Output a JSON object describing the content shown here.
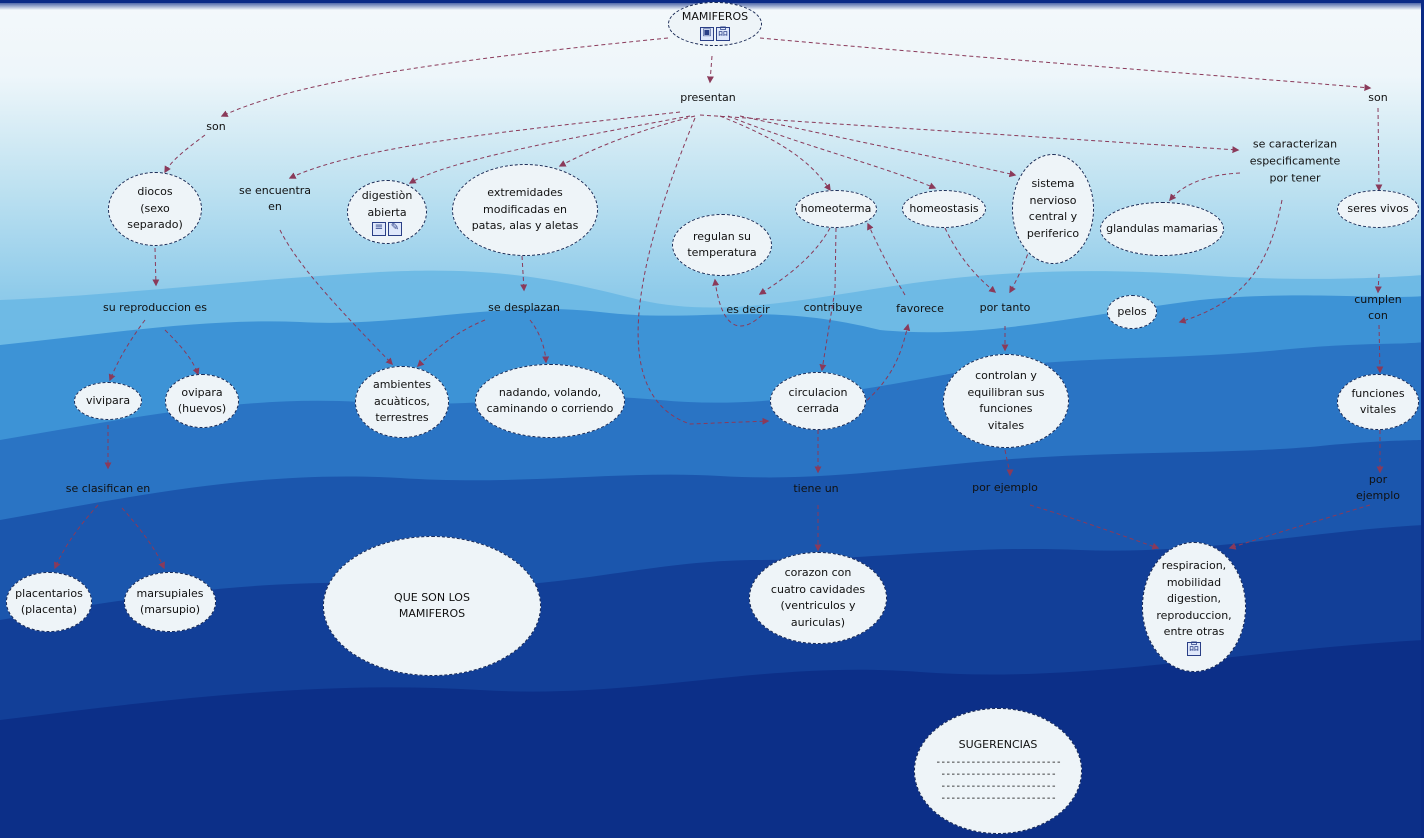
{
  "nodes": {
    "mamiferos": "MAMIFEROS",
    "diocos": "diocos\n(sexo\nseparado)",
    "digestion": "digestiòn\nabierta",
    "extremidades": "extremidades\nmodificadas en\npatas, alas y aletas",
    "regulan": "regulan su\ntemperatura",
    "homeoterma": "homeoterma",
    "homeostasis": "homeostasis",
    "sistema": "sistema\nnervioso\ncentral y\nperiferico",
    "glandulas": "glandulas mamarias",
    "seres_vivos": "seres vivos",
    "vivipara": "vivipara",
    "ovipara": "ovipara\n(huevos)",
    "ambientes": "ambientes\nacuàticos,\nterrestres",
    "nadando": "nadando, volando,\ncaminando o corriendo",
    "circulacion": "circulacion\ncerrada",
    "controlan": "controlan y\nequilibran sus\nfunciones\nvitales",
    "pelos": "pelos",
    "funciones": "funciones\nvitales",
    "placentarios": "placentarios\n(placenta)",
    "marsupiales": "marsupiales\n(marsupio)",
    "que_son": "QUE SON LOS\nMAMIFEROS",
    "corazon": "corazon con\ncuatro cavidades\n(ventriculos y\nauriculas)",
    "respiracion": "respiracion,\nmobilidad\ndigestion,\nreproduccion,\nentre otras",
    "sugerencias": "SUGERENCIAS",
    "sugerencias_lines": "-------------------------\n-----------------------\n-----------------------\n-----------------------"
  },
  "labels": {
    "son_left": "son",
    "presentan": "presentan",
    "son_right": "son",
    "se_encuentra": "se encuentra\nen",
    "se_caracterizan": "se caracterizan\nespecificamente\npor tener",
    "su_reproduccion": "su reproduccion es",
    "se_desplazan": "se desplazan",
    "es_decir": "es decir",
    "contribuye": "contribuye",
    "favorece": "favorece",
    "por_tanto": "por tanto",
    "cumplen_con": "cumplen con",
    "se_clasifican": "se clasifican en",
    "tiene_un": "tiene un",
    "por_ejemplo_1": "por ejemplo",
    "por_ejemplo_2": "por ejemplo"
  },
  "icons": {
    "mamiferos": [
      "image-icon",
      "sitemap-icon"
    ],
    "digestion": [
      "document-icon",
      "note-icon"
    ],
    "respiracion": [
      "sitemap-icon"
    ]
  },
  "colors": {
    "sky_top": "#f2f8fb",
    "sky_mid": "#5fb0de",
    "deep_blue": "#0b2c8c",
    "edge": "#8a3a5a",
    "node_fill": "#eef4f8"
  }
}
